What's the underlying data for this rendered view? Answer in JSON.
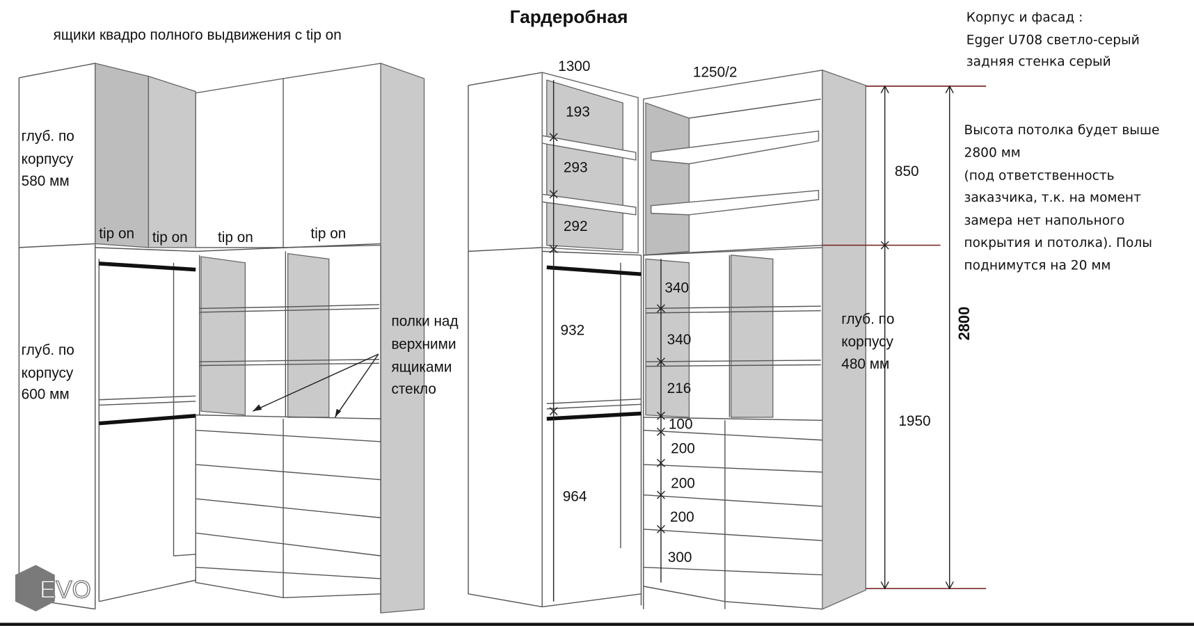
{
  "title": "Гардеробная",
  "subtitle": "ящики квадро полного выдвижения с tip on",
  "left_unit": {
    "depth_upper": [
      "глуб. по",
      "корпусу",
      "580 мм"
    ],
    "depth_lower": [
      "глуб. по",
      "корпусу",
      "600 мм"
    ],
    "tip_on_labels": [
      "tip on",
      "tip on",
      "tip on",
      "tip on"
    ],
    "glass_shelves_note": [
      "полки над",
      "верхними",
      "ящиками",
      "стекло"
    ]
  },
  "right_unit": {
    "width_left": "1300",
    "width_right": "1250/2",
    "left_dims": [
      "193",
      "293",
      "292",
      "932",
      "964"
    ],
    "right_dims": [
      "340",
      "340",
      "216",
      "100",
      "200",
      "200",
      "200",
      "300"
    ],
    "height_upper": "850",
    "height_lower": "1950",
    "height_total": "2800",
    "depth": [
      "глуб. по",
      "корпусу",
      "480 мм"
    ]
  },
  "material_note": [
    "Корпус и фасад :",
    "Egger U708 светло-серый",
    "задняя стенка серый"
  ],
  "ceiling_note": [
    "Высота потолка будет выше",
    "2800 мм",
    "(под ответственность",
    "заказчика, т.к. на  момент",
    "замера нет напольного",
    "покрытия и потолка). Полы",
    "поднимутся на 20 мм"
  ],
  "logo_text": "EVO",
  "colors": {
    "panel_gray": "#bdbdbd",
    "dimension_line": "#7a2a2a"
  }
}
